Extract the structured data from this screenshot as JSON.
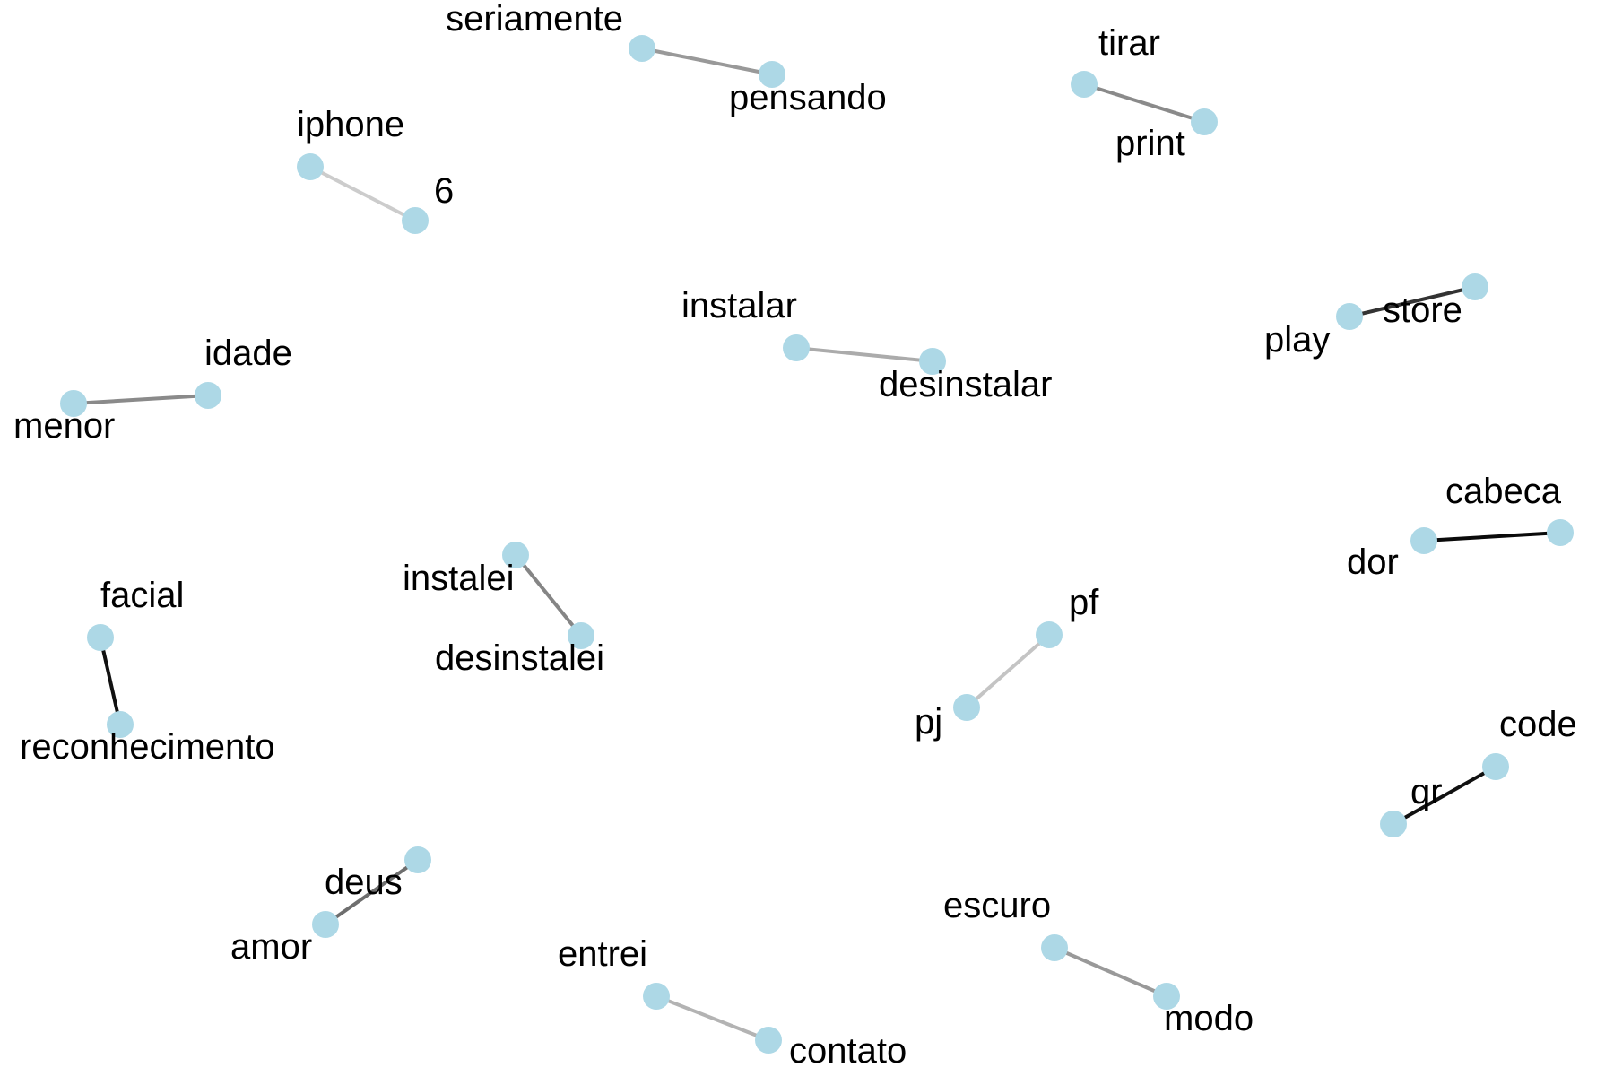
{
  "graph": {
    "node_color": "#add8e6",
    "label_color": "#000000",
    "bigrams": [
      {
        "from": "seriamente",
        "to": "pensando",
        "edge_color": "#999999"
      },
      {
        "from": "tirar",
        "to": "print",
        "edge_color": "#8a8a8a"
      },
      {
        "from": "iphone",
        "to": "6",
        "edge_color": "#cccccc"
      },
      {
        "from": "instalar",
        "to": "desinstalar",
        "edge_color": "#ababab"
      },
      {
        "from": "play",
        "to": "store",
        "edge_color": "#333333"
      },
      {
        "from": "menor",
        "to": "idade",
        "edge_color": "#8a8a8a"
      },
      {
        "from": "dor",
        "to": "cabeca",
        "edge_color": "#0a0a0a"
      },
      {
        "from": "instalei",
        "to": "desinstalei",
        "edge_color": "#858585"
      },
      {
        "from": "facial",
        "to": "reconhecimento",
        "edge_color": "#111111"
      },
      {
        "from": "pj",
        "to": "pf",
        "edge_color": "#c4c4c4"
      },
      {
        "from": "qr",
        "to": "code",
        "edge_color": "#111111"
      },
      {
        "from": "amor",
        "to": "deus",
        "edge_color": "#6e6e6e"
      },
      {
        "from": "escuro",
        "to": "modo",
        "edge_color": "#999999"
      },
      {
        "from": "entrei",
        "to": "contato",
        "edge_color": "#b3b3b3"
      }
    ]
  }
}
